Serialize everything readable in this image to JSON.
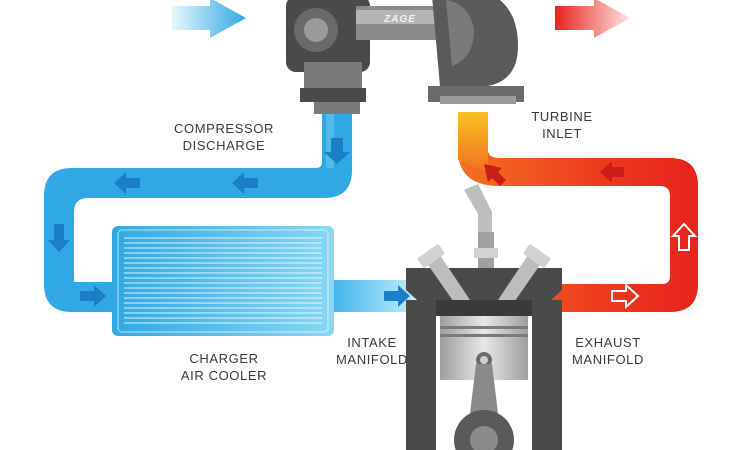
{
  "brand": {
    "logo_text": "ZAGE"
  },
  "labels": {
    "compressor_discharge": [
      "COMPRESSOR",
      "DISCHARGE"
    ],
    "turbine_inlet": [
      "TURBINE",
      "INLET"
    ],
    "charger_air_cooler": [
      "CHARGER",
      "AIR COOLER"
    ],
    "intake_manifold": [
      "INTAKE",
      "MANIFOLD"
    ],
    "exhaust_manifold": [
      "EXHAUST",
      "MANIFOLD"
    ]
  },
  "colors": {
    "cold_air_light": "#9fe0f7",
    "cold_air": "#2fa8e4",
    "cold_air_dark": "#1a7fc6",
    "hot_exhaust": "#e8231d",
    "warm_exhaust": "#f7a51c",
    "metal_dark": "#4a4a4a",
    "metal_mid": "#8c8c8c",
    "metal_light": "#cfcfcf",
    "text": "#3a3a3a"
  }
}
